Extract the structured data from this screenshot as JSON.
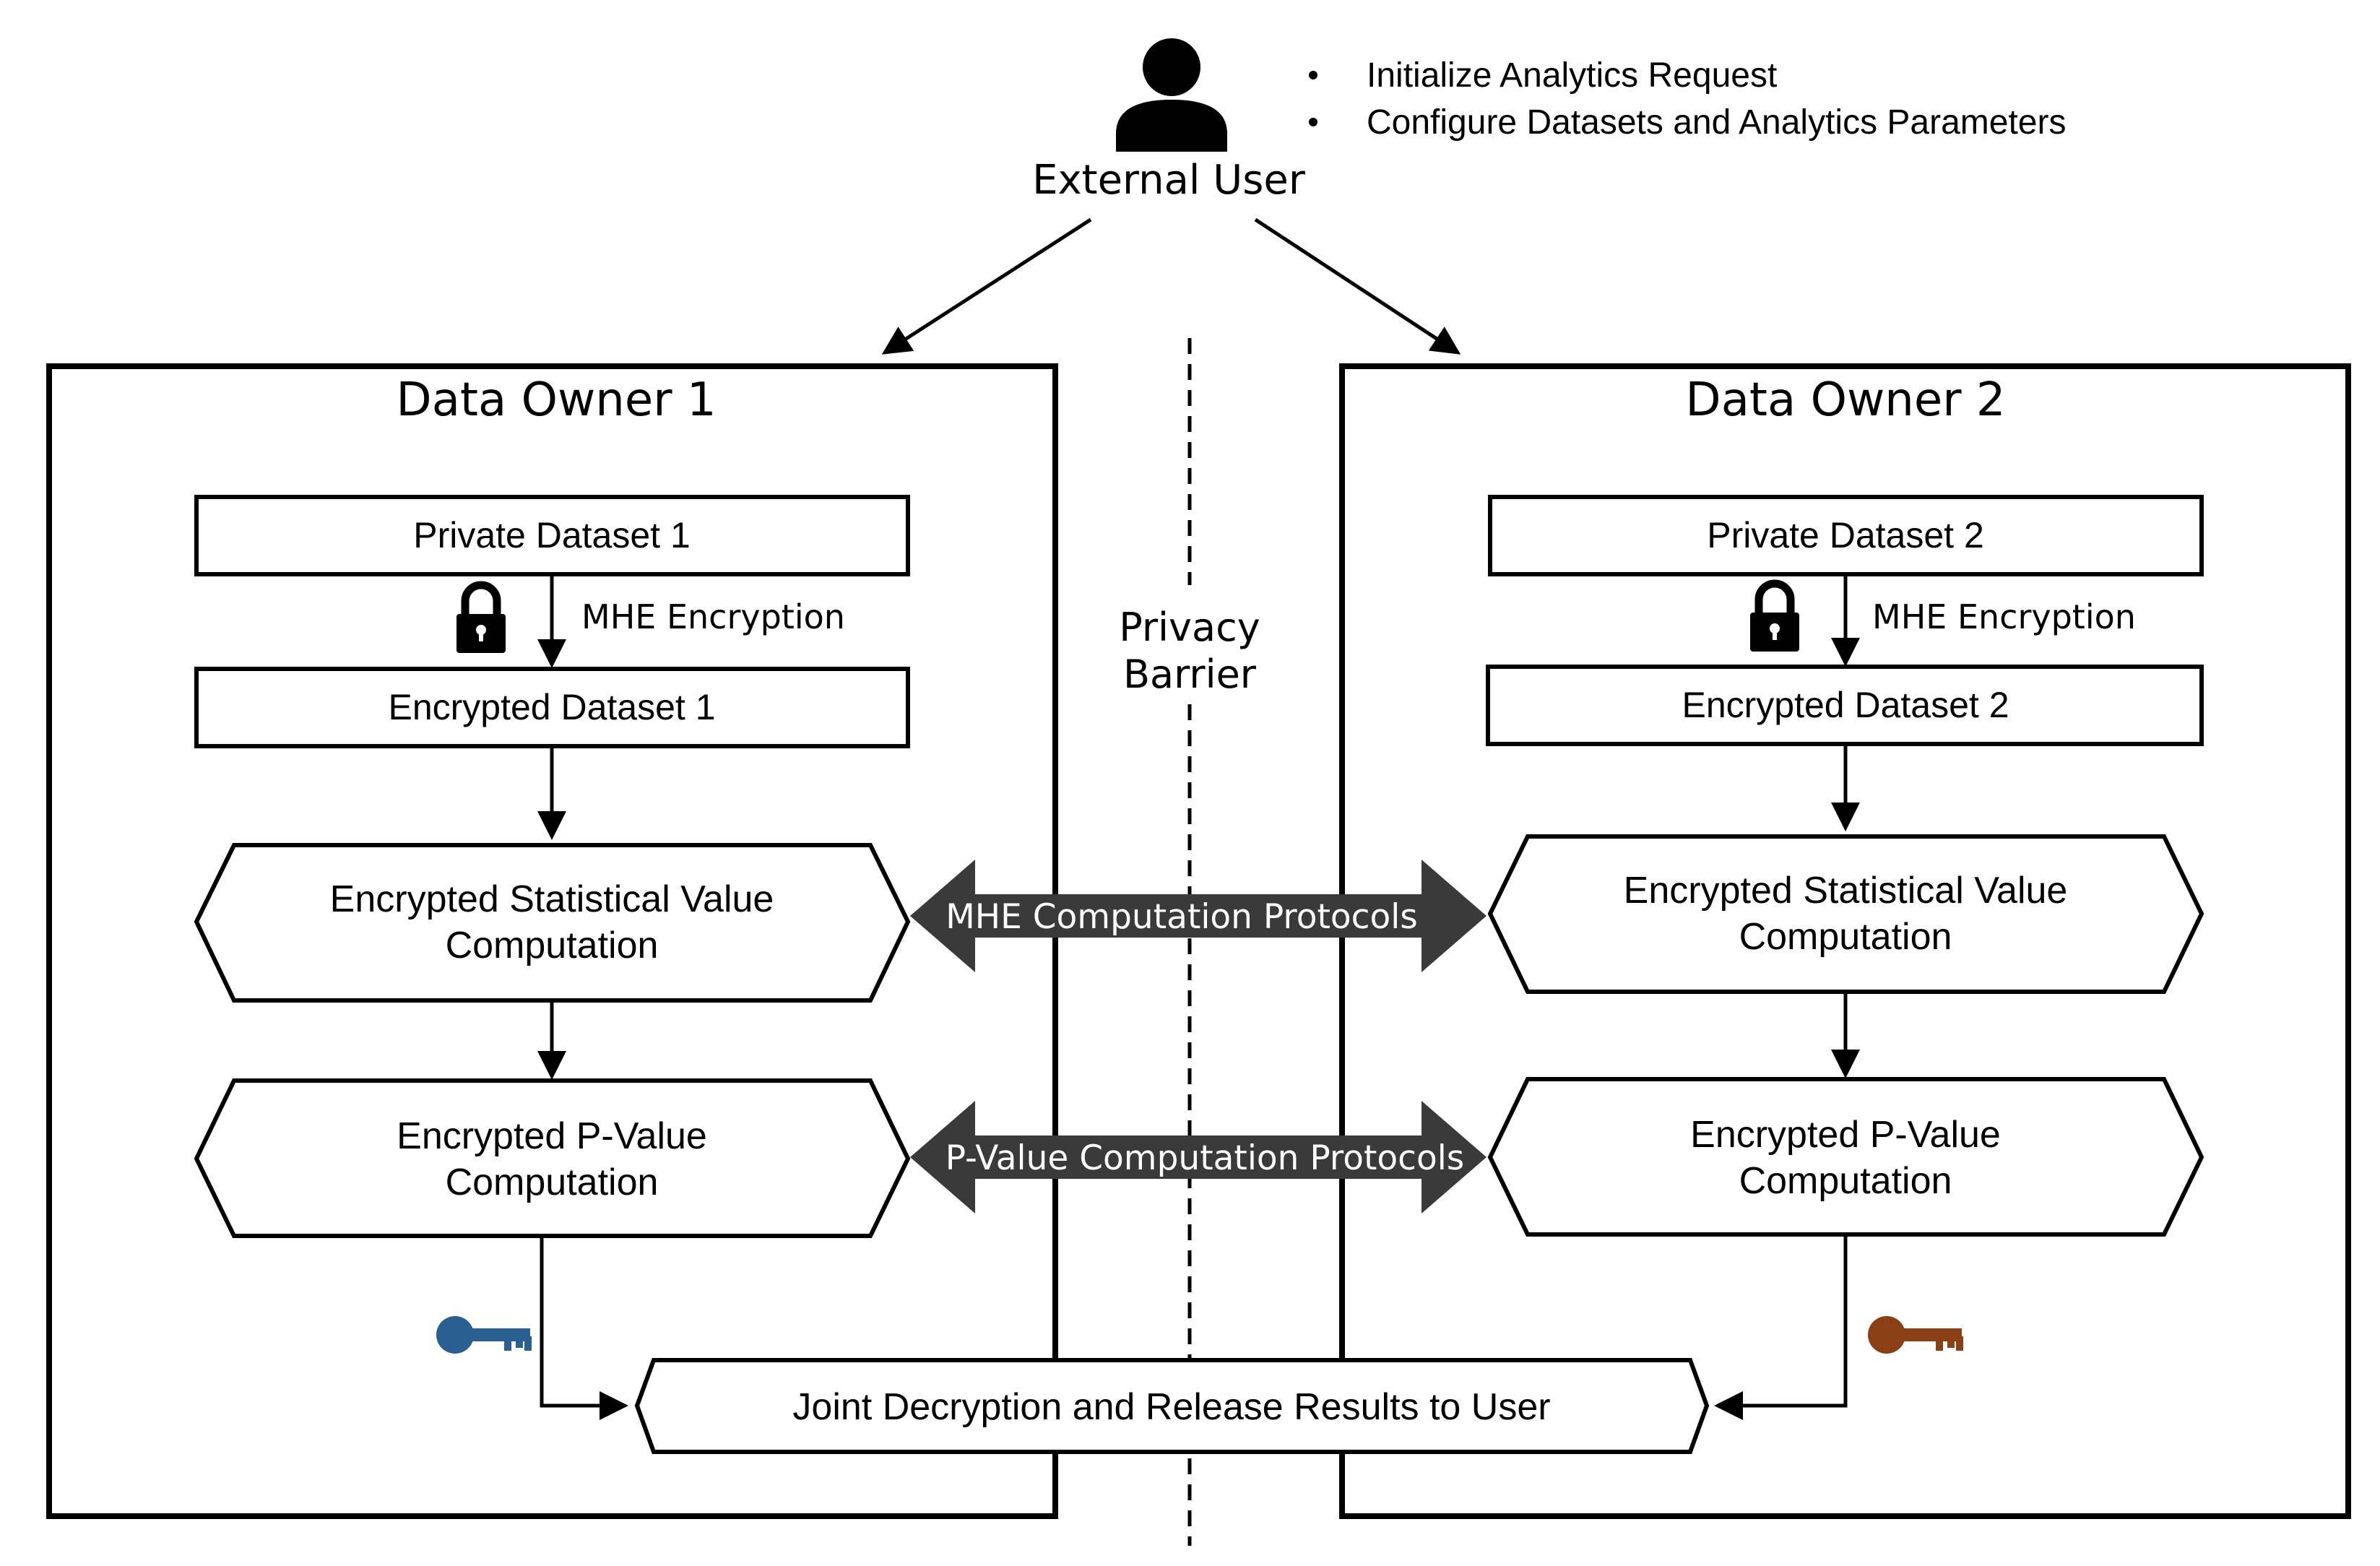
{
  "external_user": {
    "label": "External User",
    "bullets": [
      "Initialize Analytics Request",
      "Configure Datasets and Analytics Parameters"
    ],
    "icon": "person-icon"
  },
  "privacy_barrier": {
    "line1": "Privacy",
    "line2": "Barrier"
  },
  "owners": [
    {
      "title": "Data Owner 1",
      "private_dataset": "Private Dataset 1",
      "encryption_label": "MHE Encryption",
      "encrypted_dataset": "Encrypted Dataset 1",
      "stat_line1": "Encrypted Statistical Value",
      "stat_line2": "Computation",
      "pval_line1": "Encrypted P-Value",
      "pval_line2": "Computation",
      "key_color": "#2a5f92"
    },
    {
      "title": "Data Owner 2",
      "private_dataset": "Private Dataset 2",
      "encryption_label": "MHE Encryption",
      "encrypted_dataset": "Encrypted Dataset 2",
      "stat_line1": "Encrypted Statistical Value",
      "stat_line2": "Computation",
      "pval_line1": "Encrypted P-Value",
      "pval_line2": "Computation",
      "key_color": "#8b3f14"
    }
  ],
  "protocols": {
    "mhe": "MHE Computation Protocols",
    "pvalue": "P-Value Computation Protocols",
    "arrow_color": "#3a3a3a"
  },
  "joint": "Joint Decryption and Release Results to User"
}
